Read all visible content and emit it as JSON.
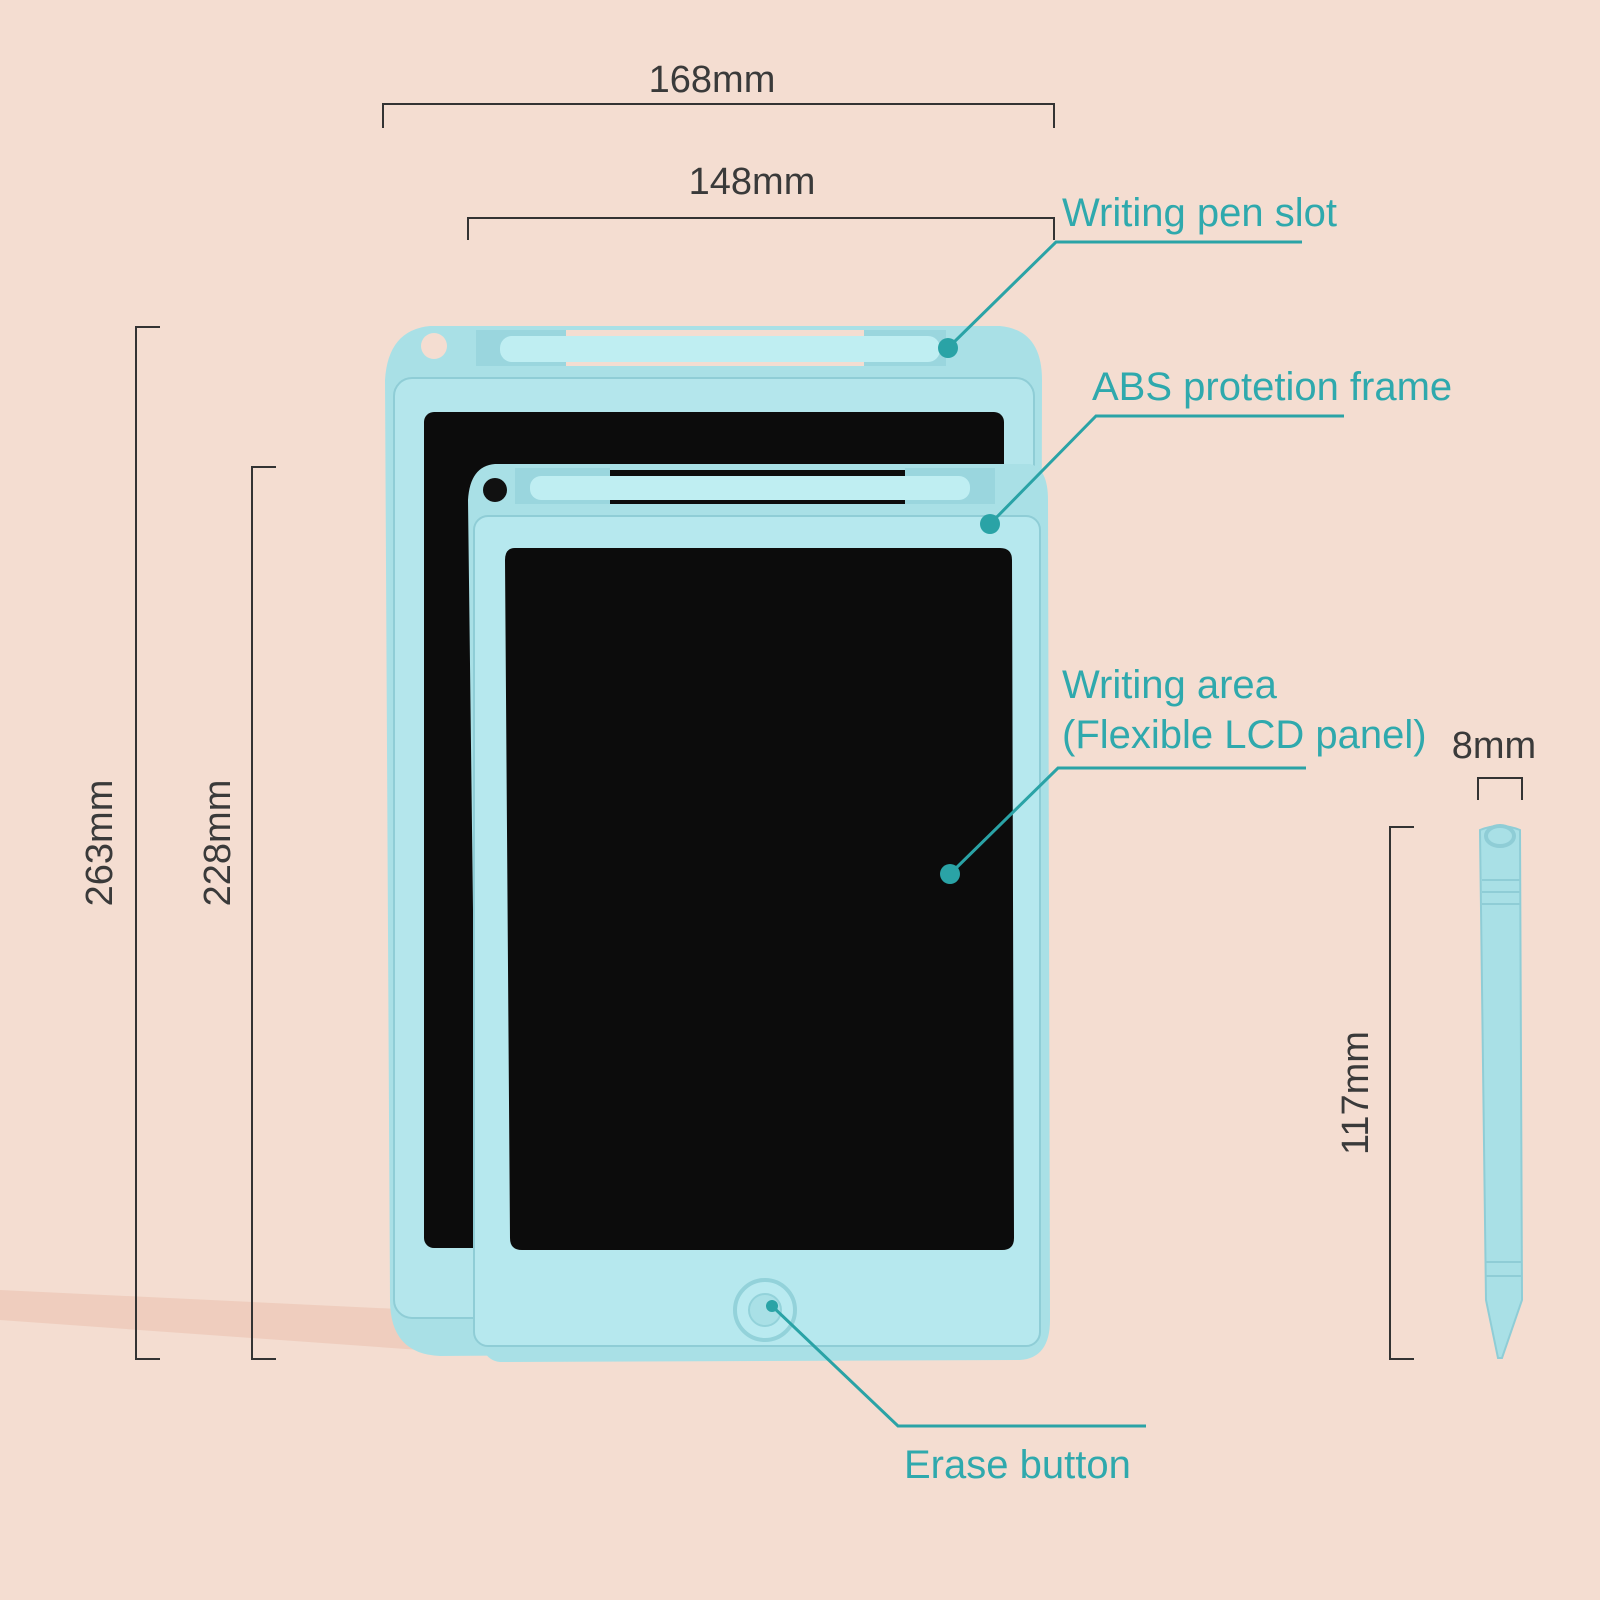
{
  "dimensions": {
    "large_width": "168mm",
    "small_width": "148mm",
    "large_height": "263mm",
    "small_height": "228mm",
    "pen_width": "8mm",
    "pen_length": "117mm"
  },
  "callouts": {
    "pen_slot": "Writing pen slot",
    "frame": "ABS protetion frame",
    "writing_area_1": "Writing area",
    "writing_area_2": "(Flexible LCD panel)",
    "erase": "Erase button"
  },
  "colors": {
    "background": "#f4ddd1",
    "accent": "#2aa3a6",
    "tablet": "#a9e0e6",
    "screen": "#0c0c0c"
  }
}
